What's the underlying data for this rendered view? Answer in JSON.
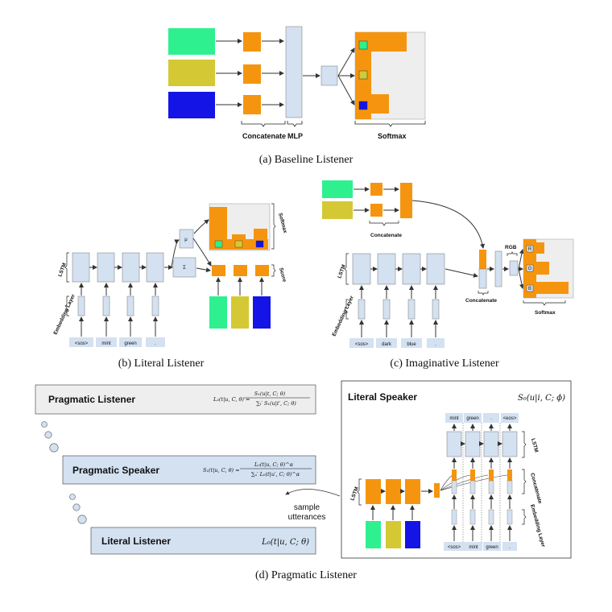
{
  "colors": {
    "green": "#2ef08f",
    "olive": "#d4c934",
    "blue": "#1414e6",
    "orange": "#f5950f",
    "light_blue": "#d3e1f1",
    "gray_panel": "#eeeeee"
  },
  "panel_a": {
    "caption": "(a) Baseline Listener",
    "brace_concatenate": "Concatenate",
    "brace_mlp": "MLP",
    "brace_softmax": "Softmax"
  },
  "panel_b": {
    "caption": "(b) Literal Listener",
    "lstm_label": "LSTM",
    "embedding_label": "Embedding Layer",
    "softmax_label": "Softmax",
    "score_label": "Score",
    "mu_symbol": "μ",
    "sigma_symbol": "Σ",
    "tokens": [
      "<sos>",
      "mint",
      "green",
      "."
    ]
  },
  "panel_c": {
    "caption": "(c) Imaginative Listener",
    "lstm_label": "LSTM",
    "embedding_label": "Embedding Layer",
    "concatenate_top": "Concatenate",
    "concatenate_bottom": "Concatenate",
    "rgb_label": "RGB",
    "softmax_label": "Softmax",
    "rgb_letters": [
      "R",
      "G",
      "B"
    ],
    "tokens": [
      "<sos>",
      "dark",
      "blue",
      "."
    ]
  },
  "panel_d": {
    "caption": "(d) Pragmatic Listener",
    "pragmatic_listener": {
      "title": "Pragmatic Listener",
      "eq_lhs": "L₂(t|u, C, θ) =",
      "eq_num": "S₁(u|t, C; θ)",
      "eq_den": "∑ₜ′ S₁(u|t′, C; θ)"
    },
    "pragmatic_speaker": {
      "title": "Pragmatic Speaker",
      "eq_lhs": "S₁(t|u, C, θ) =",
      "eq_num": "L₀(t|u, C; θ)^α",
      "eq_den": "∑ᵤ′ L₀(t|u′, C; θ)^α"
    },
    "literal_listener": {
      "title": "Literal Listener",
      "eq": "L₀(t|u, C; θ)"
    },
    "sample_utterances": [
      "sample",
      "utterances"
    ],
    "literal_speaker": {
      "title": "Literal Speaker",
      "eq": "S₀(u|i, C; ϕ)",
      "lstm_left": "LSTM",
      "lstm_right": "LSTM",
      "concatenate": "Concatenate",
      "embedding": "Embedding Layer",
      "out_tokens": [
        "mint",
        "green",
        ".",
        "<eos>"
      ],
      "in_tokens": [
        "<sos>",
        "mint",
        "green",
        "."
      ]
    }
  }
}
